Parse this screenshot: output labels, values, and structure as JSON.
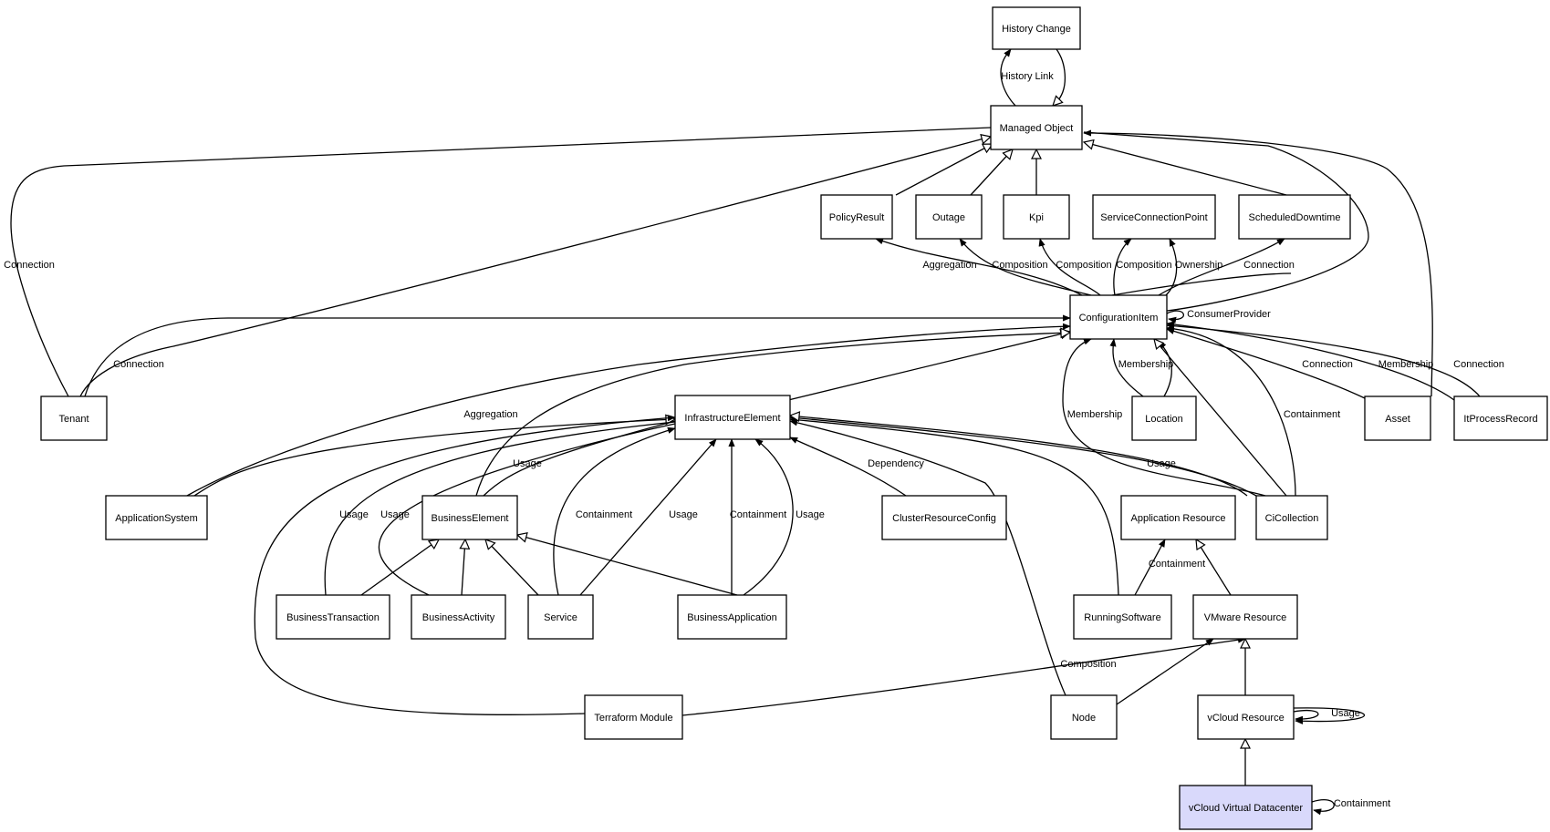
{
  "nodes": [
    {
      "id": "historyChange",
      "label": "History Change"
    },
    {
      "id": "managedObject",
      "label": "Managed Object"
    },
    {
      "id": "policyResult",
      "label": "PolicyResult"
    },
    {
      "id": "outage",
      "label": "Outage"
    },
    {
      "id": "kpi",
      "label": "Kpi"
    },
    {
      "id": "serviceConnectionPoint",
      "label": "ServiceConnectionPoint"
    },
    {
      "id": "scheduledDowntime",
      "label": "ScheduledDowntime"
    },
    {
      "id": "configurationItem",
      "label": "ConfigurationItem"
    },
    {
      "id": "tenant",
      "label": "Tenant"
    },
    {
      "id": "infrastructureElement",
      "label": "InfrastructureElement"
    },
    {
      "id": "location",
      "label": "Location"
    },
    {
      "id": "asset",
      "label": "Asset"
    },
    {
      "id": "itProcessRecord",
      "label": "ItProcessRecord"
    },
    {
      "id": "applicationSystem",
      "label": "ApplicationSystem"
    },
    {
      "id": "businessElement",
      "label": "BusinessElement"
    },
    {
      "id": "clusterResourceConfig",
      "label": "ClusterResourceConfig"
    },
    {
      "id": "applicationResource",
      "label": "Application Resource"
    },
    {
      "id": "ciCollection",
      "label": "CiCollection"
    },
    {
      "id": "businessTransaction",
      "label": "BusinessTransaction"
    },
    {
      "id": "businessActivity",
      "label": "BusinessActivity"
    },
    {
      "id": "service",
      "label": "Service"
    },
    {
      "id": "businessApplication",
      "label": "BusinessApplication"
    },
    {
      "id": "runningSoftware",
      "label": "RunningSoftware"
    },
    {
      "id": "vmwareResource",
      "label": "VMware Resource"
    },
    {
      "id": "terraformModule",
      "label": "Terraform Module"
    },
    {
      "id": "node",
      "label": "Node"
    },
    {
      "id": "vcloudResource",
      "label": "vCloud Resource"
    },
    {
      "id": "vcloudVirtualDatacenter",
      "label": "vCloud Virtual Datacenter",
      "highlighted": true
    }
  ],
  "edges": [
    {
      "id": "e1",
      "kind": "association",
      "label": "History Link"
    },
    {
      "id": "e2",
      "kind": "inheritance",
      "label": ""
    },
    {
      "id": "e3",
      "kind": "inheritance",
      "label": ""
    },
    {
      "id": "e4",
      "kind": "inheritance",
      "label": ""
    },
    {
      "id": "e5",
      "kind": "inheritance",
      "label": ""
    },
    {
      "id": "e6",
      "kind": "inheritance",
      "label": ""
    },
    {
      "id": "e7",
      "kind": "association",
      "label": "Connection"
    },
    {
      "id": "e8",
      "kind": "inheritance",
      "label": ""
    },
    {
      "id": "e9",
      "kind": "association",
      "label": ""
    },
    {
      "id": "e10",
      "kind": "association",
      "label": ""
    },
    {
      "id": "e11",
      "kind": "association",
      "label": "Aggregation"
    },
    {
      "id": "e12",
      "kind": "association",
      "label": "Composition"
    },
    {
      "id": "e13",
      "kind": "association",
      "label": "Composition"
    },
    {
      "id": "e14",
      "kind": "association",
      "label": "Composition"
    },
    {
      "id": "e15",
      "kind": "association",
      "label": "Ownership"
    },
    {
      "id": "e16",
      "kind": "association",
      "label": "Connection"
    },
    {
      "id": "e17",
      "kind": "association",
      "label": "ConsumerProvider"
    },
    {
      "id": "e18",
      "kind": "association",
      "label": "Connection"
    },
    {
      "id": "e19",
      "kind": "association",
      "label": "Aggregation"
    },
    {
      "id": "e20",
      "kind": "inheritance",
      "label": ""
    },
    {
      "id": "e21",
      "kind": "inheritance",
      "label": ""
    },
    {
      "id": "e22",
      "kind": "inheritance",
      "label": ""
    },
    {
      "id": "e23",
      "kind": "association",
      "label": "Membership"
    },
    {
      "id": "e24",
      "kind": "association",
      "label": "Membership"
    },
    {
      "id": "e25",
      "kind": "association",
      "label": "Connection"
    },
    {
      "id": "e26",
      "kind": "association",
      "label": "Membership"
    },
    {
      "id": "e27",
      "kind": "association",
      "label": "Connection"
    },
    {
      "id": "e28",
      "kind": "inheritance",
      "label": ""
    },
    {
      "id": "e29",
      "kind": "association",
      "label": "Containment"
    },
    {
      "id": "e30",
      "kind": "association",
      "label": ""
    },
    {
      "id": "e31",
      "kind": "association",
      "label": "Usage"
    },
    {
      "id": "e32",
      "kind": "inheritance",
      "label": ""
    },
    {
      "id": "e33",
      "kind": "association",
      "label": "Usage"
    },
    {
      "id": "e34",
      "kind": "association",
      "label": "Usage"
    },
    {
      "id": "e35",
      "kind": "association",
      "label": "Containment"
    },
    {
      "id": "e36",
      "kind": "association",
      "label": "Usage"
    },
    {
      "id": "e37",
      "kind": "association",
      "label": "Containment"
    },
    {
      "id": "e38",
      "kind": "association",
      "label": "Usage"
    },
    {
      "id": "e39",
      "kind": "association",
      "label": "Dependency"
    },
    {
      "id": "e40",
      "kind": "association",
      "label": ""
    },
    {
      "id": "e41",
      "kind": "association",
      "label": ""
    },
    {
      "id": "e42",
      "kind": "association",
      "label": "Usage"
    },
    {
      "id": "e43",
      "kind": "inheritance",
      "label": ""
    },
    {
      "id": "e44",
      "kind": "inheritance",
      "label": ""
    },
    {
      "id": "e45",
      "kind": "inheritance",
      "label": ""
    },
    {
      "id": "e46",
      "kind": "inheritance",
      "label": ""
    },
    {
      "id": "e47",
      "kind": "association",
      "label": "Composition"
    },
    {
      "id": "e48",
      "kind": "inheritance",
      "label": ""
    },
    {
      "id": "e49",
      "kind": "association",
      "label": "Containment"
    },
    {
      "id": "e50",
      "kind": "association",
      "label": "Composition"
    },
    {
      "id": "e51",
      "kind": "inheritance",
      "label": ""
    },
    {
      "id": "e52",
      "kind": "association",
      "label": "Composition"
    },
    {
      "id": "e53",
      "kind": "association",
      "label": "Usage"
    },
    {
      "id": "e54",
      "kind": "inheritance",
      "label": ""
    },
    {
      "id": "e55",
      "kind": "association",
      "label": "Containment"
    }
  ]
}
